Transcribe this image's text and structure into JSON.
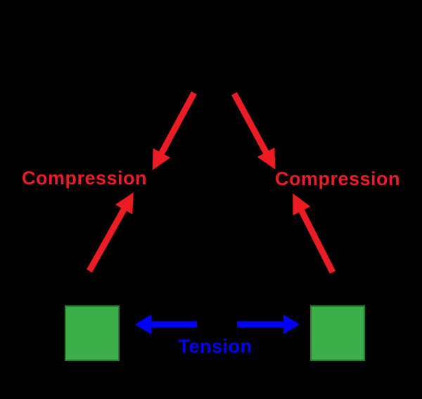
{
  "diagram": {
    "title": "truss-forces-diagram",
    "labels": {
      "compression_left": "Compression",
      "compression_right": "Compression",
      "tension": "Tension"
    },
    "colors": {
      "background": "#000000",
      "compression_red": "#EC1C24",
      "tension_blue": "#0000FE",
      "support_green": "#3CAE49",
      "support_green_border": "#2B7B33"
    }
  }
}
